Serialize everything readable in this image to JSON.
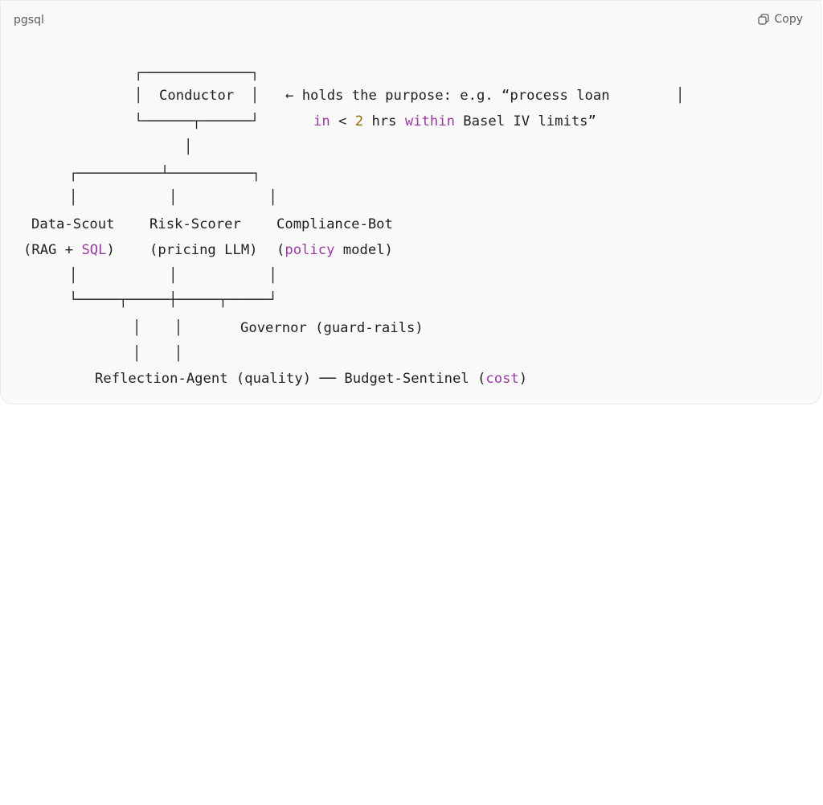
{
  "header": {
    "language": "pgsql",
    "copy_label": "Copy"
  },
  "code_lines": [
    {
      "pre": ""
    },
    {
      "pre": "│  Conductor  │  ← holds the purpose: e.g. “process loan    │"
    },
    {
      "pre": "in",
      "kw1": "in",
      "mid1": " < ",
      "num1": "2",
      "mid2": " hrs ",
      "kw2": "within",
      "post": " Basel IV limits”"
    },
    {
      "pre": ""
    }
  ],
  "diagram": {
    "row0": "┌─────────────┐",
    "row1_box": "│  Conductor  │",
    "row1_note": "← holds the purpose: e.g. “process loan",
    "row1_end": "│",
    "row2_kw1": "in",
    "row2_lt": " < ",
    "row2_num": "2",
    "row2_hrs": " hrs ",
    "row2_kw2": "within",
    "row2_rest": " Basel IV limits”",
    "row3": "└──────┬──────┘",
    "row4": "│",
    "row5": "┌──────────┴──────────┐",
    "row6": "│           │           │",
    "agent1_name": "Data-Scout",
    "agent2_name": "Risk-Scorer",
    "agent3_name": "Compliance-Bot",
    "agent1_desc_a": "(RAG + ",
    "agent1_desc_kw": "SQL",
    "agent1_desc_b": ")",
    "agent2_desc": "(pricing LLM)",
    "agent3_desc_a": "(",
    "agent3_desc_kw": "policy",
    "agent3_desc_b": " model)",
    "row9": "│           │           │",
    "row10": "└─────┬─────┼─────┬─────┘",
    "row11_bars": "│    │",
    "row11_gov": "Governor (guard-rails)",
    "row12_bars": "│    │",
    "row13_a": "Reflection-Agent (quality) ── Budget-Sentinel (",
    "row13_kw": "cost",
    "row13_b": ")"
  }
}
